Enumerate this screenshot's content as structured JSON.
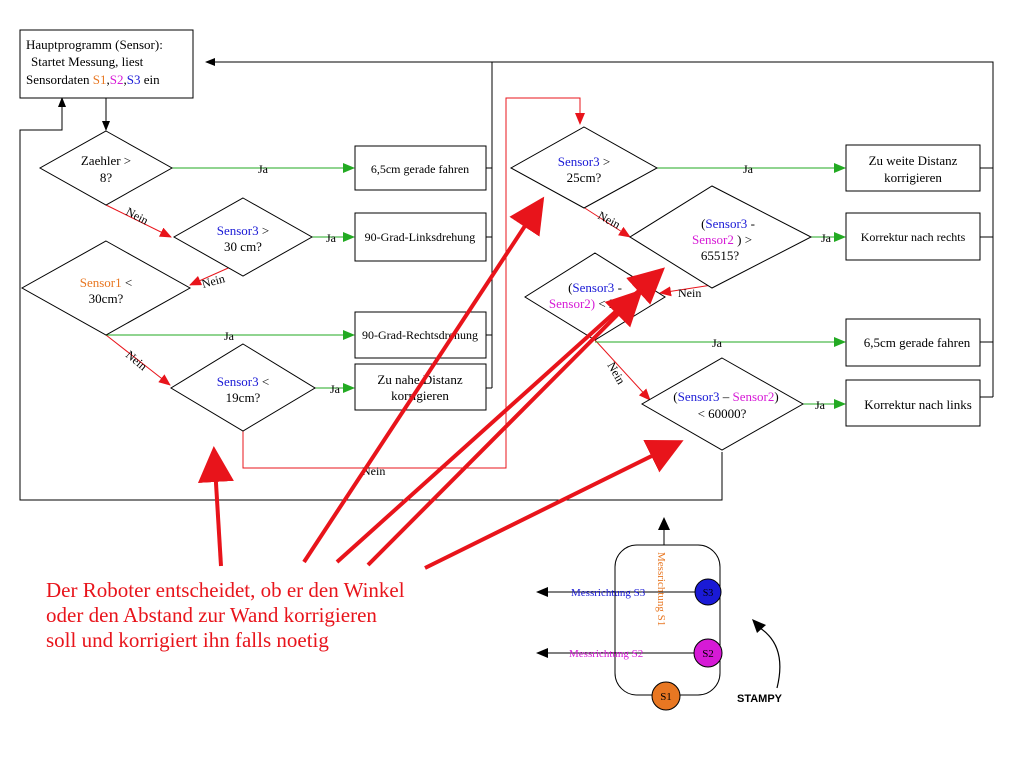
{
  "colors": {
    "sensor1": "#e87722",
    "sensor2": "#d61ad6",
    "sensor3": "#1a1ad6",
    "yes_arrow": "#22aa22",
    "no_arrow": "#e8141b",
    "annotation": "#e8141b",
    "line": "#000000"
  },
  "main_program": {
    "line1": "Hauptprogramm (Sensor):",
    "line2": "Startet Messung, liest",
    "line3_prefix": "Sensordaten ",
    "s1": "S1",
    "comma1": ",",
    "s2": "S2",
    "comma2": ",",
    "s3": "S3",
    "suffix": " ein"
  },
  "decisions": {
    "zaehler": {
      "line1": "Zaehler >",
      "line2": "8?"
    },
    "s3_gt30": {
      "sensor": "Sensor3",
      "op": " >",
      "line2": "30 cm?"
    },
    "s1_lt30": {
      "sensor": "Sensor1",
      "op": " <",
      "line2": "30cm?"
    },
    "s3_lt19": {
      "sensor": "Sensor3",
      "op": " <",
      "line2": "19cm?"
    },
    "s3_gt25": {
      "sensor": "Sensor3",
      "op": "  >",
      "line2": "25cm?"
    },
    "diff_gt": {
      "open": "(",
      "sensor3": "Sensor3",
      "minus": "  -",
      "sensor2": "Sensor2",
      "close": " )  >",
      "line3": "65515?"
    },
    "diff_lt2": {
      "open": "(",
      "sensor3": "Sensor3",
      "minus": " -",
      "sensor2": "Sensor2)",
      "rest": " < 2cm?"
    },
    "diff_lt60000": {
      "open": "(",
      "sensor3": "Sensor3",
      "minus": " – ",
      "sensor2": "Sensor2",
      "close": ")",
      "line2": "< 60000?"
    }
  },
  "actions": {
    "forward_1": "6,5cm gerade fahren",
    "left_turn": "90-Grad-Linksdrehung",
    "right_turn": "90-Grad-Rechtsdrehung",
    "too_close_1": "Zu nahe Distanz",
    "too_close_2": "korrigieren",
    "too_far_1": "Zu weite Distanz",
    "too_far_2": "korrigieren",
    "correct_right": "Korrektur nach rechts",
    "forward_2": "6,5cm gerade fahren",
    "correct_left": "Korrektur nach links"
  },
  "labels": {
    "yes": "Ja",
    "no": "Nein"
  },
  "caption": {
    "line1": "Der Roboter entscheidet, ob er den Winkel",
    "line2": "oder den Abstand zur Wand korrigieren",
    "line3": "soll und korrigiert ihn falls noetig"
  },
  "robot": {
    "dir_s3": "Messrichtung S3",
    "dir_s2": "Messrichtung S2",
    "dir_s1": "Messrichtung S1",
    "s1": "S1",
    "s2": "S2",
    "s3": "S3",
    "name": "STAMPY"
  }
}
